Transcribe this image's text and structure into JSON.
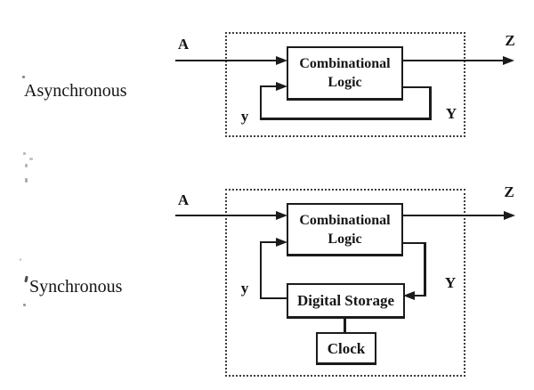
{
  "colors": {
    "ink": "#1b1b1b",
    "background": "#ffffff"
  },
  "async_section": {
    "label": "Asynchronous",
    "input": "A",
    "output": "Z",
    "excitation": "Y",
    "state": "y",
    "block_line1": "Combinational",
    "block_line2": "Logic"
  },
  "sync_section": {
    "label": "Synchronous",
    "input": "A",
    "output": "Z",
    "excitation": "Y",
    "state": "y",
    "block_line1": "Combinational",
    "block_line2": "Logic",
    "storage_block": "Digital Storage",
    "clock_block": "Clock"
  }
}
